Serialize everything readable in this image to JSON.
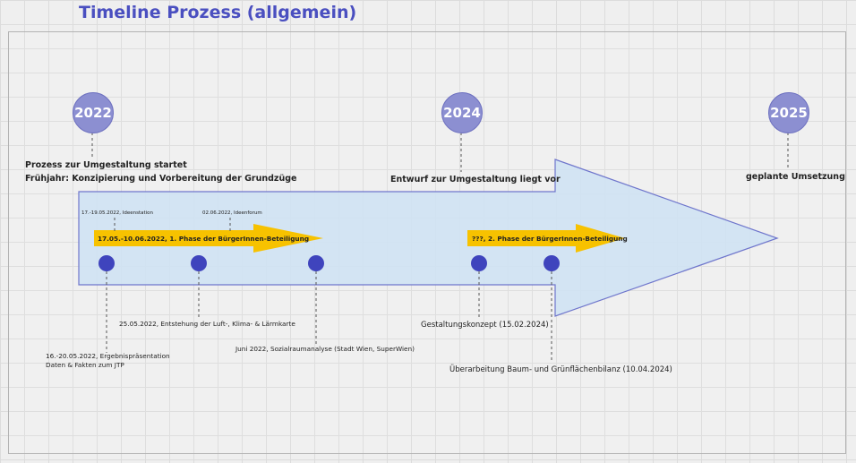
{
  "title": "Timeline Prozess (allgemein)",
  "years": [
    "2022",
    "2024",
    "2025"
  ],
  "labels": {
    "start1": "Prozess zur Umgestaltung startet",
    "start2": "Frühjahr: Konzipierung und Vorbereitung der Grundzüge",
    "entwurf": "Entwurf zur Umgestaltung liegt vor",
    "umsetzung": "geplante Umsetzung",
    "ideenstation": "17.-19.05.2022, Ideenstation",
    "ideenforum": "02.06.2022, Ideenforum",
    "phase1": "17.05.-10.06.2022, 1. Phase der BürgerInnen-Beteiligung",
    "phase2": "???, 2. Phase der BürgerInnen-Beteiligung",
    "laermkarte": "25.05.2022, Entstehung der Luft-, Klima- & Lärmkarte",
    "ergebnis1": "16.-20.05.2022, Ergebnispräsentation",
    "ergebnis2": "Daten & Fakten zum JTP",
    "sozialraum": "Juni 2022, Sozialraumanalyse (Stadt Wien, SuperWien)",
    "gestaltung": "Gestaltungskonzept (15.02.2024)",
    "ueberarbeitung": "Überarbeitung Baum- und Grünflächenbilanz (10.04.2024)"
  },
  "colors": {
    "title": "#4a4fc0",
    "big_arrow_fill": "#cfe2f3",
    "big_arrow_stroke": "#6f76cc",
    "year_circle": "#8c8fd1",
    "event_dot": "#3f44bd",
    "phase_arrow": "#f7c200"
  }
}
